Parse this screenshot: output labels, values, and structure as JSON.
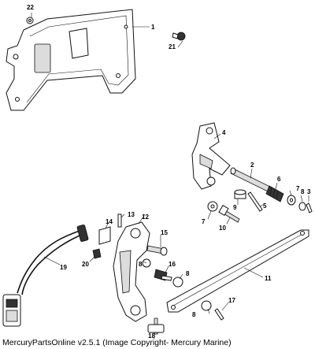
{
  "callouts": {
    "c1": "1",
    "c2": "2",
    "c3": "3",
    "c4": "4",
    "c5": "5",
    "c6": "6",
    "c7a": "7",
    "c7b": "7",
    "c8a": "8",
    "c8b": "8",
    "c8c": "8",
    "c8d": "8",
    "c9": "9",
    "c10": "10",
    "c11": "11",
    "c12": "12",
    "c13": "13",
    "c14": "14",
    "c15": "15",
    "c16": "16",
    "c17": "17",
    "c18": "18",
    "c19": "19",
    "c20": "20",
    "c21": "21",
    "c22": "22"
  },
  "footer": "MercuryPartsOnline v2.5.1 (Image Copyright- Mercury Marine)"
}
